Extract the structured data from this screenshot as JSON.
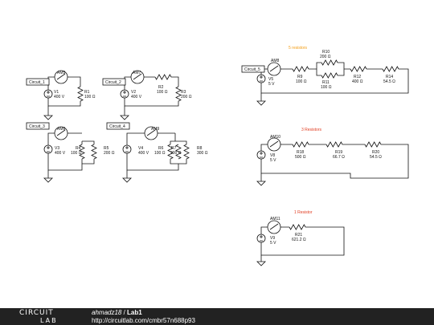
{
  "colors": {
    "wire": "#111111",
    "accent": "#f39c12",
    "red": "#e03a1e",
    "footer_bg": "#222222"
  },
  "circuits": [
    {
      "name": "Circuit_1",
      "ammeter": "AM5",
      "source_name": "V1",
      "source_value": "400 V",
      "resistors": [
        {
          "name": "R1",
          "value": "100 Ω"
        }
      ]
    },
    {
      "name": "Circuit_2",
      "ammeter": "AM7",
      "source_name": "V2",
      "source_value": "400 V",
      "resistors": [
        {
          "name": "R2",
          "value": "100 Ω"
        },
        {
          "name": "R3",
          "value": "200 Ω"
        }
      ]
    },
    {
      "name": "Circuit_3",
      "ammeter": "AM6",
      "source_name": "V3",
      "source_value": "400 V",
      "resistors": [
        {
          "name": "R4",
          "value": "100 Ω"
        },
        {
          "name": "R5",
          "value": "200 Ω"
        }
      ]
    },
    {
      "name": "Circuit_4",
      "ammeter": "AM9",
      "source_name": "V4",
      "source_value": "400 V",
      "resistors": [
        {
          "name": "R6",
          "value": "100 Ω"
        },
        {
          "name": "R7",
          "value": "200 Ω"
        },
        {
          "name": "R8",
          "value": "300 Ω"
        }
      ]
    },
    {
      "name": "Circuit_5",
      "title": "5 resistors",
      "ammeter": "AM8",
      "source_name": "V5",
      "source_value": "5 V",
      "resistors": [
        {
          "name": "R9",
          "value": "100 Ω"
        },
        {
          "name": "R10",
          "value": "200 Ω"
        },
        {
          "name": "R11",
          "value": "100 Ω"
        },
        {
          "name": "R12",
          "value": "400 Ω"
        },
        {
          "name": "R14",
          "value": "54.5 Ω"
        }
      ]
    },
    {
      "title": "3 Resistors",
      "ammeter": "AM10",
      "source_name": "V8",
      "source_value": "5 V",
      "resistors": [
        {
          "name": "R18",
          "value": "500 Ω"
        },
        {
          "name": "R19",
          "value": "66.7 Ω"
        },
        {
          "name": "R20",
          "value": "54.5 Ω"
        }
      ]
    },
    {
      "title": "1 Resistor",
      "ammeter": "AM11",
      "source_name": "V9",
      "source_value": "5 V",
      "resistors": [
        {
          "name": "R21",
          "value": "621.2 Ω"
        }
      ]
    }
  ],
  "footer": {
    "brand_top": "CIRCUIT",
    "brand_bottom": "LAB",
    "author": "ahmadz18",
    "separator": " / ",
    "title": "Lab1",
    "url": "http://circuitlab.com/cmbr57n688p93"
  }
}
